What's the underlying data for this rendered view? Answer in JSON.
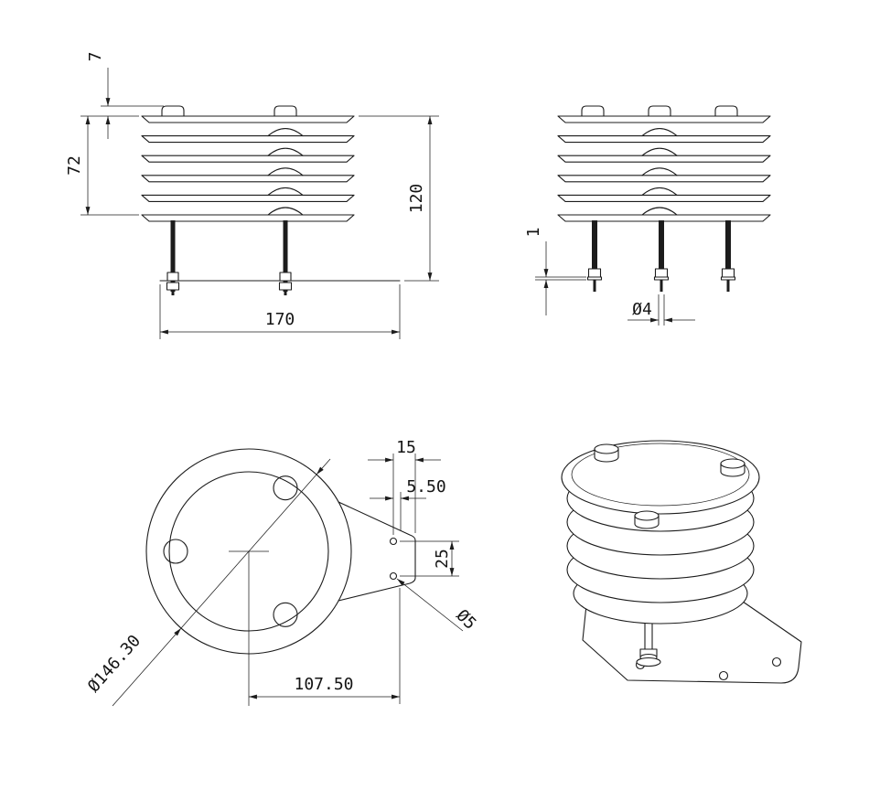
{
  "drawing": {
    "background": "#ffffff",
    "line_color": "#1c1c1c",
    "views": {
      "front": {
        "dims": {
          "cap_height": "7",
          "louver_stack_height": "72",
          "overall_height": "120",
          "base_width": "170"
        }
      },
      "side": {
        "dims": {
          "washer_thickness": "1",
          "stud_diameter": "Ø4"
        }
      },
      "bottom": {
        "dims": {
          "hole_edge_offset": "15",
          "hole_side_offset": "5.50",
          "hole_spacing": "25",
          "mount_hole_diameter": "Ø5",
          "shield_diameter": "Ø146.30",
          "center_to_edge": "107.50"
        }
      }
    }
  }
}
